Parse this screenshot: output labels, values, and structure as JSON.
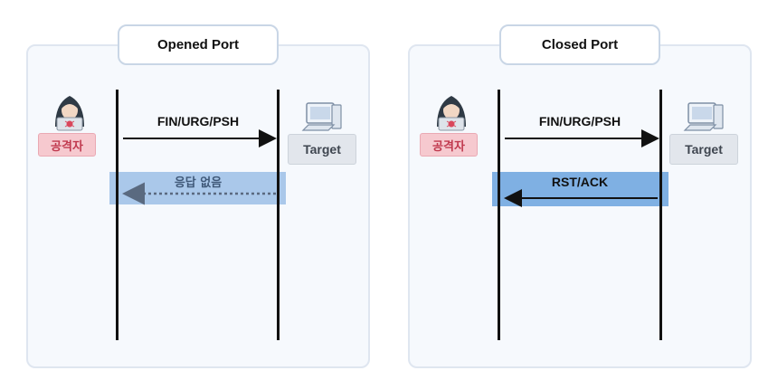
{
  "panels": [
    {
      "title": "Opened Port",
      "attacker_label": "공격자",
      "target_label": "Target",
      "request_label": "FIN/URG/PSH",
      "response_label": "응답 없음",
      "response_style": "dashed-none"
    },
    {
      "title": "Closed Port",
      "attacker_label": "공격자",
      "target_label": "Target",
      "request_label": "FIN/URG/PSH",
      "response_label": "RST/ACK",
      "response_style": "solid"
    }
  ],
  "colors": {
    "panel_bg": "#f6f9fd",
    "title_border": "#c9d6e6",
    "band_faded": "#9cc0e6",
    "band_strong": "#7fb0e3",
    "attacker_badge": "#f6c9cf",
    "attacker_text": "#c0394e",
    "target_badge": "#e2e6ec",
    "arrow": "#111111",
    "dashed_arrow": "#5a6a80"
  },
  "icons": {
    "attacker": "hooded-hacker-icon",
    "target": "computer-icon"
  }
}
